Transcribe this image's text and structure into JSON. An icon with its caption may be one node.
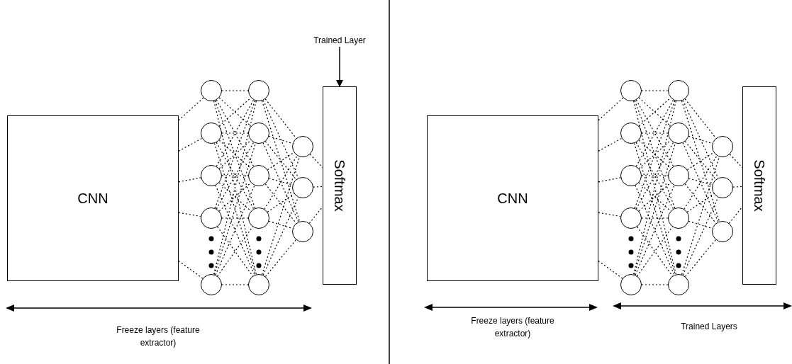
{
  "diagram": {
    "nodes": [
      {
        "text": [
          "Trained Layer"
        ]
      },
      {
        "text": [
          "CNN"
        ]
      },
      {
        "text": [],
        "shape": "circle"
      },
      {
        "text": [],
        "shape": "circle"
      },
      {
        "text": [],
        "shape": "circle"
      },
      {
        "text": [],
        "shape": "circle"
      },
      {
        "text": [],
        "shape": "circle"
      },
      {
        "text": [],
        "shape": "circle"
      },
      {
        "text": [],
        "shape": "circle"
      },
      {
        "text": [],
        "shape": "circle"
      },
      {
        "text": [],
        "shape": "circle"
      },
      {
        "text": [],
        "shape": "circle"
      },
      {
        "text": [],
        "shape": "circle"
      },
      {
        "text": [],
        "shape": "circle"
      },
      {
        "text": [],
        "shape": "circle"
      },
      {
        "text": [
          "Softmax"
        ]
      },
      {
        "text": [
          "CNN"
        ]
      },
      {
        "text": [],
        "shape": "circle"
      },
      {
        "text": [],
        "shape": "circle"
      },
      {
        "text": [],
        "shape": "circle"
      },
      {
        "text": [],
        "shape": "circle"
      },
      {
        "text": [],
        "shape": "circle"
      },
      {
        "text": [],
        "shape": "circle"
      },
      {
        "text": [],
        "shape": "circle"
      },
      {
        "text": [],
        "shape": "circle"
      },
      {
        "text": [],
        "shape": "circle"
      },
      {
        "text": [],
        "shape": "circle"
      },
      {
        "text": [],
        "shape": "circle"
      },
      {
        "text": [],
        "shape": "circle"
      },
      {
        "text": [],
        "shape": "circle"
      },
      {
        "text": [
          "Softmax"
        ]
      }
    ],
    "edges": [
      {
        "from": 0,
        "to": 15,
        "arrow": "to"
      },
      {
        "from": 1,
        "to": 2,
        "arrow": "none",
        "style": "dashed"
      },
      {
        "from": 1,
        "to": 3,
        "arrow": "none",
        "style": "dashed"
      },
      {
        "from": 1,
        "to": 4,
        "arrow": "none",
        "style": "dashed"
      },
      {
        "from": 1,
        "to": 5,
        "arrow": "none",
        "style": "dashed"
      },
      {
        "from": 1,
        "to": 6,
        "arrow": "none",
        "style": "dashed"
      },
      {
        "from": 2,
        "to": 7,
        "arrow": "none",
        "style": "dashed"
      },
      {
        "from": 2,
        "to": 8,
        "arrow": "none",
        "style": "dashed"
      },
      {
        "from": 2,
        "to": 9,
        "arrow": "none",
        "style": "dashed"
      },
      {
        "from": 2,
        "to": 10,
        "arrow": "none",
        "style": "dashed"
      },
      {
        "from": 2,
        "to": 11,
        "arrow": "none",
        "style": "dashed"
      },
      {
        "from": 3,
        "to": 7,
        "arrow": "none",
        "style": "dashed"
      },
      {
        "from": 3,
        "to": 8,
        "arrow": "none",
        "style": "dashed"
      },
      {
        "from": 3,
        "to": 9,
        "arrow": "none",
        "style": "dashed"
      },
      {
        "from": 3,
        "to": 10,
        "arrow": "none",
        "style": "dashed"
      },
      {
        "from": 3,
        "to": 11,
        "arrow": "none",
        "style": "dashed"
      },
      {
        "from": 4,
        "to": 7,
        "arrow": "none",
        "style": "dashed"
      },
      {
        "from": 4,
        "to": 8,
        "arrow": "none",
        "style": "dashed"
      },
      {
        "from": 4,
        "to": 9,
        "arrow": "none",
        "style": "dashed"
      },
      {
        "from": 4,
        "to": 10,
        "arrow": "none",
        "style": "dashed"
      },
      {
        "from": 4,
        "to": 11,
        "arrow": "none",
        "style": "dashed"
      },
      {
        "from": 5,
        "to": 7,
        "arrow": "none",
        "style": "dashed"
      },
      {
        "from": 5,
        "to": 8,
        "arrow": "none",
        "style": "dashed"
      },
      {
        "from": 5,
        "to": 9,
        "arrow": "none",
        "style": "dashed"
      },
      {
        "from": 5,
        "to": 10,
        "arrow": "none",
        "style": "dashed"
      },
      {
        "from": 5,
        "to": 11,
        "arrow": "none",
        "style": "dashed"
      },
      {
        "from": 6,
        "to": 7,
        "arrow": "none",
        "style": "dashed"
      },
      {
        "from": 6,
        "to": 8,
        "arrow": "none",
        "style": "dashed"
      },
      {
        "from": 6,
        "to": 9,
        "arrow": "none",
        "style": "dashed"
      },
      {
        "from": 6,
        "to": 10,
        "arrow": "none",
        "style": "dashed"
      },
      {
        "from": 6,
        "to": 11,
        "arrow": "none",
        "style": "dashed"
      },
      {
        "from": 7,
        "to": 12,
        "arrow": "none",
        "style": "dashed"
      },
      {
        "from": 7,
        "to": 13,
        "arrow": "none",
        "style": "dashed"
      },
      {
        "from": 7,
        "to": 14,
        "arrow": "none",
        "style": "dashed"
      },
      {
        "from": 8,
        "to": 12,
        "arrow": "none",
        "style": "dashed"
      },
      {
        "from": 8,
        "to": 13,
        "arrow": "none",
        "style": "dashed"
      },
      {
        "from": 8,
        "to": 14,
        "arrow": "none",
        "style": "dashed"
      },
      {
        "from": 9,
        "to": 12,
        "arrow": "none",
        "style": "dashed"
      },
      {
        "from": 9,
        "to": 13,
        "arrow": "none",
        "style": "dashed"
      },
      {
        "from": 9,
        "to": 14,
        "arrow": "none",
        "style": "dashed"
      },
      {
        "from": 10,
        "to": 12,
        "arrow": "none",
        "style": "dashed"
      },
      {
        "from": 10,
        "to": 13,
        "arrow": "none",
        "style": "dashed"
      },
      {
        "from": 10,
        "to": 14,
        "arrow": "none",
        "style": "dashed"
      },
      {
        "from": 11,
        "to": 12,
        "arrow": "none",
        "style": "dashed"
      },
      {
        "from": 11,
        "to": 13,
        "arrow": "none",
        "style": "dashed"
      },
      {
        "from": 11,
        "to": 14,
        "arrow": "none",
        "style": "dashed"
      },
      {
        "from": 12,
        "to": 15,
        "arrow": "none",
        "style": "dashed"
      },
      {
        "from": 13,
        "to": 15,
        "arrow": "none",
        "style": "dashed"
      },
      {
        "from": 14,
        "to": 15,
        "arrow": "none",
        "style": "dashed"
      },
      {
        "from": 16,
        "to": 17,
        "arrow": "none",
        "style": "dashed"
      },
      {
        "from": 16,
        "to": 18,
        "arrow": "none",
        "style": "dashed"
      },
      {
        "from": 16,
        "to": 19,
        "arrow": "none",
        "style": "dashed"
      },
      {
        "from": 16,
        "to": 20,
        "arrow": "none",
        "style": "dashed"
      },
      {
        "from": 16,
        "to": 21,
        "arrow": "none",
        "style": "dashed"
      },
      {
        "from": 17,
        "to": 22,
        "arrow": "none",
        "style": "dashed"
      },
      {
        "from": 17,
        "to": 23,
        "arrow": "none",
        "style": "dashed"
      },
      {
        "from": 17,
        "to": 24,
        "arrow": "none",
        "style": "dashed"
      },
      {
        "from": 17,
        "to": 25,
        "arrow": "none",
        "style": "dashed"
      },
      {
        "from": 17,
        "to": 26,
        "arrow": "none",
        "style": "dashed"
      },
      {
        "from": 18,
        "to": 22,
        "arrow": "none",
        "style": "dashed"
      },
      {
        "from": 18,
        "to": 23,
        "arrow": "none",
        "style": "dashed"
      },
      {
        "from": 18,
        "to": 24,
        "arrow": "none",
        "style": "dashed"
      },
      {
        "from": 18,
        "to": 25,
        "arrow": "none",
        "style": "dashed"
      },
      {
        "from": 18,
        "to": 26,
        "arrow": "none",
        "style": "dashed"
      },
      {
        "from": 19,
        "to": 22,
        "arrow": "none",
        "style": "dashed"
      },
      {
        "from": 19,
        "to": 23,
        "arrow": "none",
        "style": "dashed"
      },
      {
        "from": 19,
        "to": 24,
        "arrow": "none",
        "style": "dashed"
      },
      {
        "from": 19,
        "to": 25,
        "arrow": "none",
        "style": "dashed"
      },
      {
        "from": 19,
        "to": 26,
        "arrow": "none",
        "style": "dashed"
      },
      {
        "from": 20,
        "to": 22,
        "arrow": "none",
        "style": "dashed"
      },
      {
        "from": 20,
        "to": 23,
        "arrow": "none",
        "style": "dashed"
      },
      {
        "from": 20,
        "to": 24,
        "arrow": "none",
        "style": "dashed"
      },
      {
        "from": 20,
        "to": 25,
        "arrow": "none",
        "style": "dashed"
      },
      {
        "from": 20,
        "to": 26,
        "arrow": "none",
        "style": "dashed"
      },
      {
        "from": 21,
        "to": 22,
        "arrow": "none",
        "style": "dashed"
      },
      {
        "from": 21,
        "to": 23,
        "arrow": "none",
        "style": "dashed"
      },
      {
        "from": 21,
        "to": 24,
        "arrow": "none",
        "style": "dashed"
      },
      {
        "from": 21,
        "to": 25,
        "arrow": "none",
        "style": "dashed"
      },
      {
        "from": 21,
        "to": 26,
        "arrow": "none",
        "style": "dashed"
      },
      {
        "from": 22,
        "to": 27,
        "arrow": "none",
        "style": "dashed"
      },
      {
        "from": 22,
        "to": 28,
        "arrow": "none",
        "style": "dashed"
      },
      {
        "from": 22,
        "to": 29,
        "arrow": "none",
        "style": "dashed"
      },
      {
        "from": 23,
        "to": 27,
        "arrow": "none",
        "style": "dashed"
      },
      {
        "from": 23,
        "to": 28,
        "arrow": "none",
        "style": "dashed"
      },
      {
        "from": 23,
        "to": 29,
        "arrow": "none",
        "style": "dashed"
      },
      {
        "from": 24,
        "to": 27,
        "arrow": "none",
        "style": "dashed"
      },
      {
        "from": 24,
        "to": 28,
        "arrow": "none",
        "style": "dashed"
      },
      {
        "from": 24,
        "to": 29,
        "arrow": "none",
        "style": "dashed"
      },
      {
        "from": 25,
        "to": 27,
        "arrow": "none",
        "style": "dashed"
      },
      {
        "from": 25,
        "to": 28,
        "arrow": "none",
        "style": "dashed"
      },
      {
        "from": 25,
        "to": 29,
        "arrow": "none",
        "style": "dashed"
      },
      {
        "from": 26,
        "to": 27,
        "arrow": "none",
        "style": "dashed"
      },
      {
        "from": 26,
        "to": 28,
        "arrow": "none",
        "style": "dashed"
      },
      {
        "from": 26,
        "to": 29,
        "arrow": "none",
        "style": "dashed"
      },
      {
        "from": 27,
        "to": 30,
        "arrow": "none",
        "style": "dashed"
      },
      {
        "from": 28,
        "to": 30,
        "arrow": "none",
        "style": "dashed"
      },
      {
        "from": 29,
        "to": 30,
        "arrow": "none",
        "style": "dashed"
      }
    ],
    "labels": [
      "Freeze layers (feature extractor)",
      "Freeze layers (feature extractor)",
      "Trained Layers"
    ]
  }
}
